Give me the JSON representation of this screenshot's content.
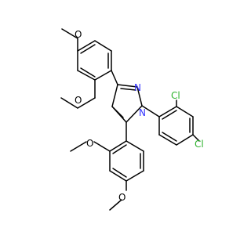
{
  "molecule": {
    "colors": {
      "bond": "#000000",
      "nitrogen": "#3333ff",
      "chlorine": "#2db22d",
      "oxygen": "#000000",
      "carbon": "#000000"
    },
    "atom_labels": {
      "n1": "N",
      "n2": "N",
      "cl_ortho": "Cl",
      "cl_para": "Cl",
      "o_top_ring_para": "O",
      "o_top_ring_ortho": "O",
      "o_bottom_ring_ortho": "O",
      "o_bottom_ring_para": "O"
    }
  }
}
